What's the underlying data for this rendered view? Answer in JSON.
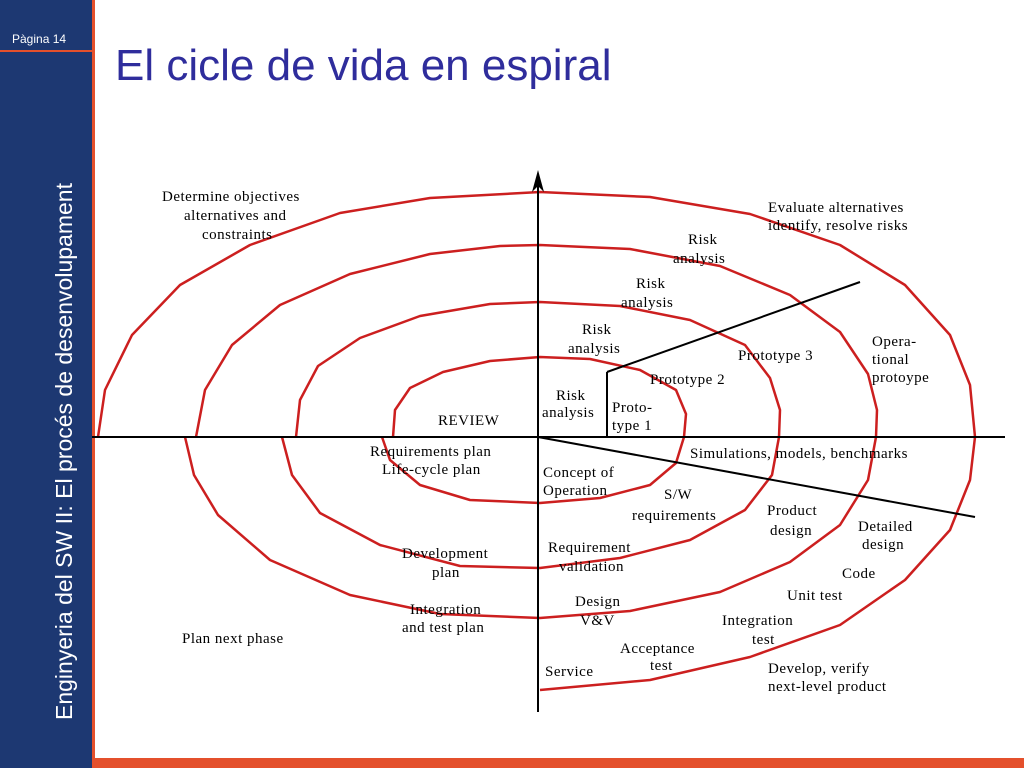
{
  "slide": {
    "page": "Pàgina 14",
    "vertical_title": "Enginyeria del SW II: El procés de desenvolupament",
    "title": "El cicle de vida en espiral"
  },
  "colors": {
    "sidebar": "#1d3872",
    "accent": "#e4502c",
    "title": "#2f2d9c",
    "spiral": "#cc1f1f"
  },
  "labels": {
    "determine_1": "Determine objectives",
    "determine_2": "alternatives and",
    "determine_3": "constraints",
    "evaluate_1": "Evaluate alternatives",
    "evaluate_2": "identify, resolve risks",
    "risk": "Risk",
    "analysis": "analysis",
    "risk_small": "Risk",
    "analysis_small": "analysis",
    "opera_1": "Opera-",
    "opera_2": "tional",
    "opera_3": "protoype",
    "prototype3": "Prototype 3",
    "prototype2": "Prototype 2",
    "proto_1": "Proto-",
    "proto_2": "type 1",
    "review": "REVIEW",
    "req_plan": "Requirements plan",
    "lifecycle_plan": "Life-cycle plan",
    "concept_1": "Concept of",
    "concept_2": "Operation",
    "simulations": "Simulations, models, benchmarks",
    "sw_1": "S/W",
    "sw_2": "requirements",
    "product_1": "Product",
    "product_2": "design",
    "detailed_1": "Detailed",
    "detailed_2": "design",
    "dev_plan_1": "Development",
    "dev_plan_2": "plan",
    "reqval_1": "Requirement",
    "reqval_2": "validation",
    "code": "Code",
    "unit_test": "Unit test",
    "integ_plan_1": "Integration",
    "integ_plan_2": "and test plan",
    "design_vv_1": "Design",
    "design_vv_2": "V&V",
    "integ_test_1": "Integration",
    "integ_test_2": "test",
    "plan_next": "Plan next phase",
    "acceptance_1": "Acceptance",
    "acceptance_2": "test",
    "service": "Service",
    "develop_1": "Develop, verify",
    "develop_2": "next-level product"
  }
}
